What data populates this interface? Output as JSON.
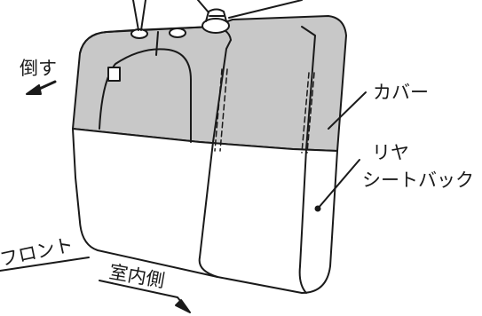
{
  "labels": {
    "tilt_direction": "倒す",
    "cover": "カバー",
    "rear_seatback_line1": "リヤ",
    "rear_seatback_line2": "シートバック",
    "interior_side": "室内側",
    "front": "フロント"
  },
  "colors": {
    "cover_fill": "#c8c8c8",
    "outline": "#1a1a1a",
    "background": "#ffffff"
  }
}
